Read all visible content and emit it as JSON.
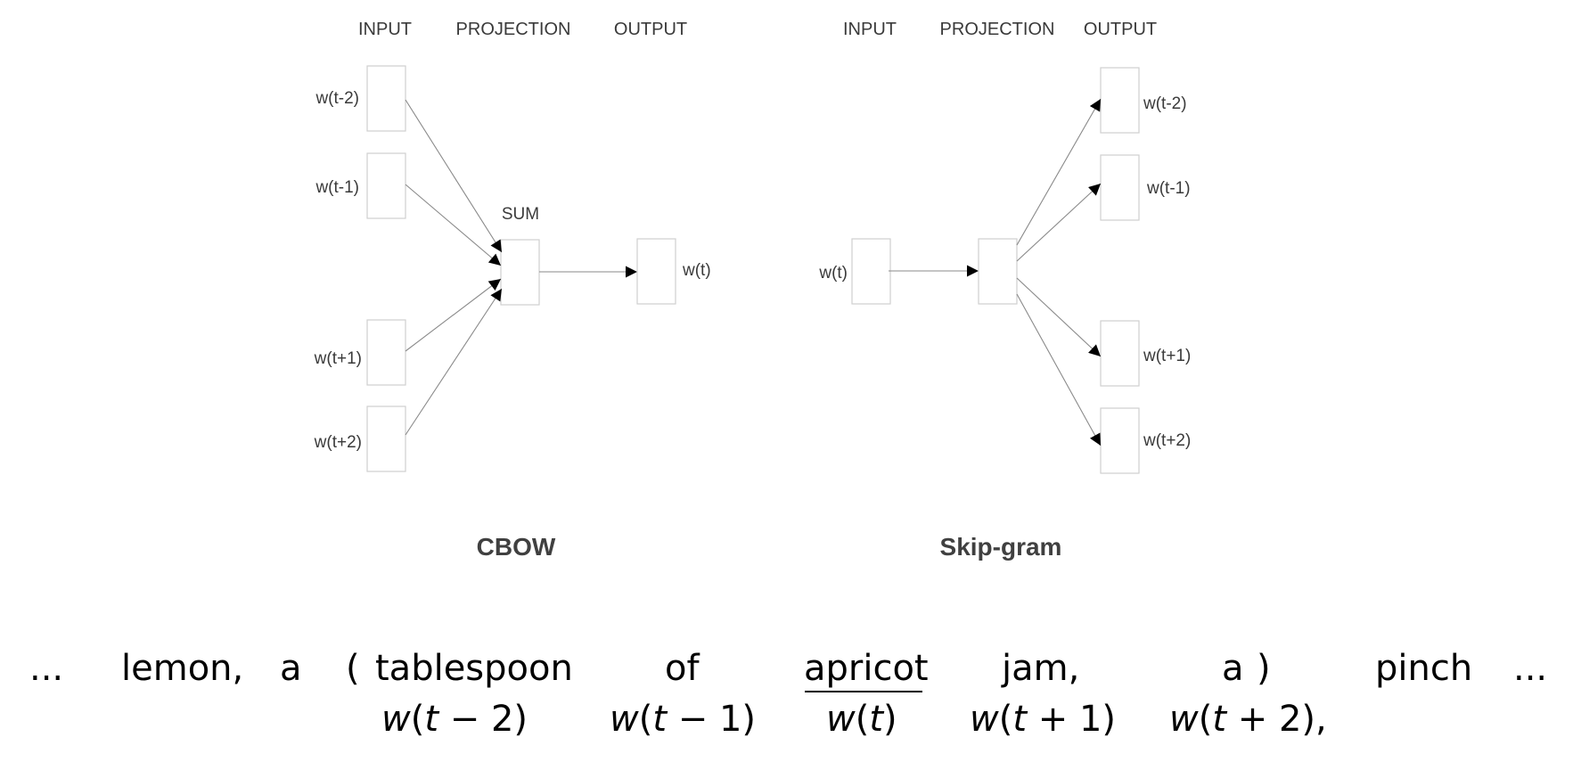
{
  "cbow": {
    "title": "CBOW",
    "headers": {
      "input": "INPUT",
      "projection": "PROJECTION",
      "output": "OUTPUT"
    },
    "projection_label": "SUM",
    "inputs": [
      "w(t-2)",
      "w(t-1)",
      "w(t+1)",
      "w(t+2)"
    ],
    "output": "w(t)"
  },
  "skipgram": {
    "title": "Skip-gram",
    "headers": {
      "input": "INPUT",
      "projection": "PROJECTION",
      "output": "OUTPUT"
    },
    "input": "w(t)",
    "outputs": [
      "w(t-2)",
      "w(t-1)",
      "w(t+1)",
      "w(t+2)"
    ]
  },
  "sentence": {
    "words": [
      {
        "text": "...",
        "role": "ellipsis"
      },
      {
        "text": "lemon,",
        "role": "outside"
      },
      {
        "text": "a",
        "role": "outside"
      },
      {
        "text": "(",
        "role": "bracket-open"
      },
      {
        "text": "tablespoon",
        "role": "context"
      },
      {
        "text": "of",
        "role": "context"
      },
      {
        "text": "apricot",
        "role": "target"
      },
      {
        "text": "jam,",
        "role": "context"
      },
      {
        "text": "a",
        "role": "context"
      },
      {
        "text": ")",
        "role": "bracket-close"
      },
      {
        "text": "pinch",
        "role": "outside"
      },
      {
        "text": "...",
        "role": "ellipsis"
      }
    ],
    "annotations": [
      {
        "word": "tablespoon",
        "label_w": "w",
        "label_rest": "(",
        "t": "t",
        "op": " − 2)"
      },
      {
        "word": "of",
        "label_w": "w",
        "label_rest": "(",
        "t": "t",
        "op": " − 1)"
      },
      {
        "word": "apricot",
        "label_w": "w",
        "label_rest": "(",
        "t": "t",
        "op": ")"
      },
      {
        "word": "jam,",
        "label_w": "w",
        "label_rest": "(",
        "t": "t",
        "op": " + 1)"
      },
      {
        "word": "a",
        "label_w": "w",
        "label_rest": "(",
        "t": "t",
        "op": " + 2),"
      }
    ]
  }
}
